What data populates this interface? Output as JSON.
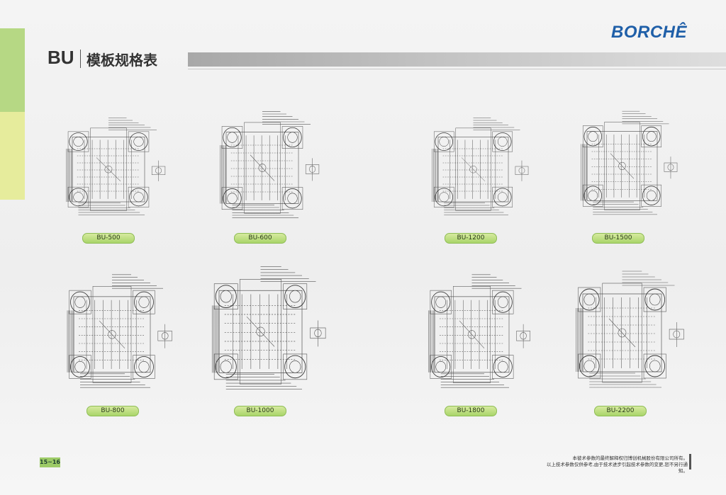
{
  "brand": {
    "logo": "BORCHÊ"
  },
  "header": {
    "series": "BU",
    "title": "模板规格表"
  },
  "page_number": "15~16",
  "models": [
    {
      "label": "BU-500"
    },
    {
      "label": "BU-600"
    },
    {
      "label": "BU-1200"
    },
    {
      "label": "BU-1500"
    },
    {
      "label": "BU-800"
    },
    {
      "label": "BU-1000"
    },
    {
      "label": "BU-1800"
    },
    {
      "label": "BU-2200"
    }
  ],
  "footer": {
    "note_line1": "本彼术参数的最终解释权归博创机械股份有限公司所有。",
    "note_line2": "以上技术参数仅供参考,由于技术进步引起技术参数的变更,恕不另行通知。"
  }
}
